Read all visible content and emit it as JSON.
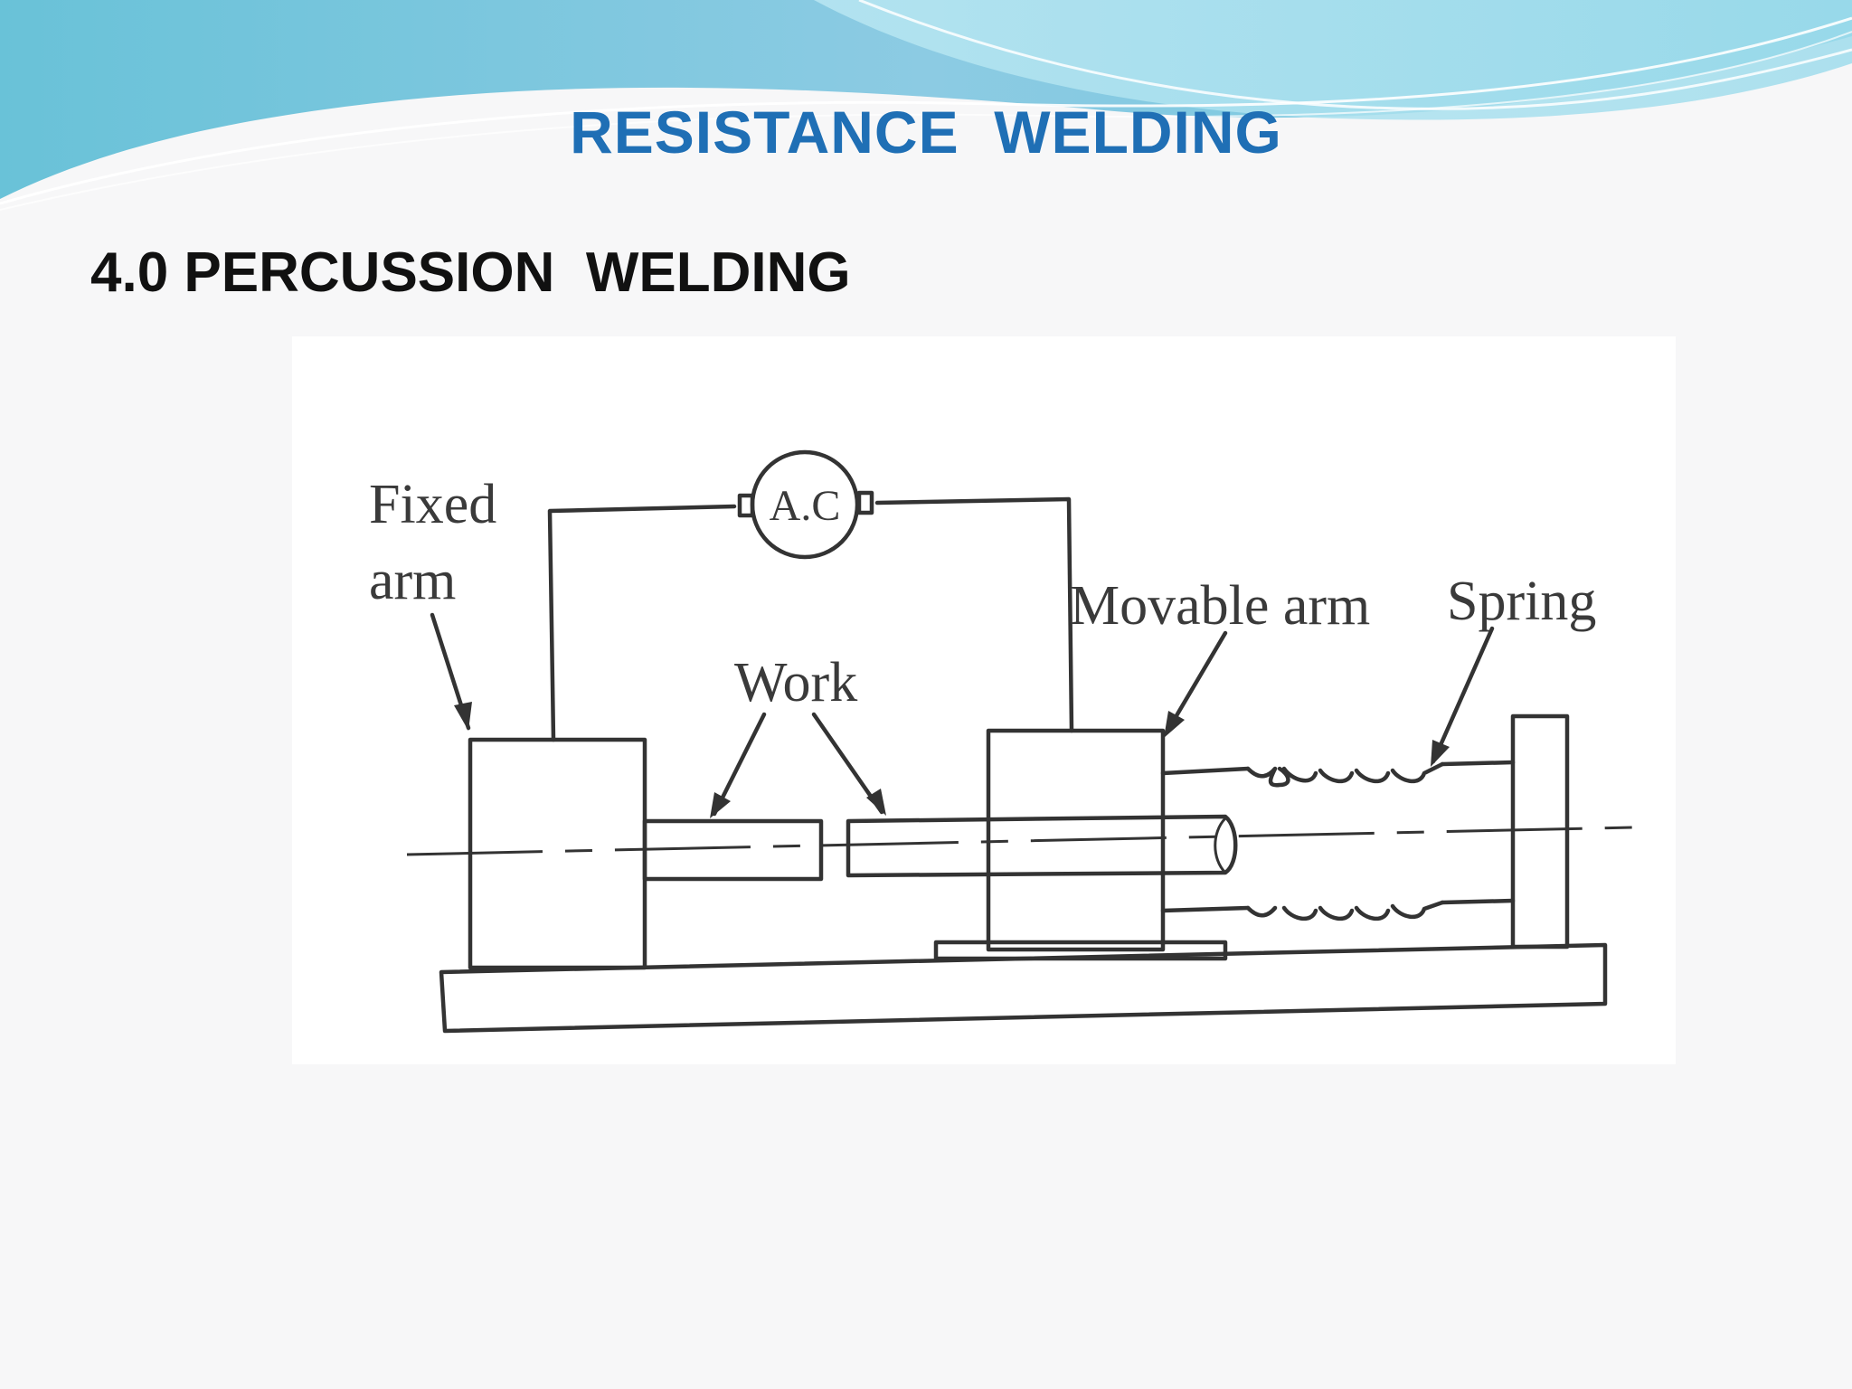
{
  "slide": {
    "title": "RESISTANCE  WELDING",
    "section_heading": "4.0 PERCUSSION  WELDING"
  },
  "diagram": {
    "labels": {
      "fixed_arm_line1": "Fixed",
      "fixed_arm_line2": "arm",
      "ac_source": "A.C",
      "work": "Work",
      "movable_arm": "Movable arm",
      "spring": "Spring"
    }
  },
  "colors": {
    "title": "#1f6fb5",
    "heading": "#111111",
    "wave_dark": "#6fb6d8",
    "wave_light": "#a9dff0"
  }
}
